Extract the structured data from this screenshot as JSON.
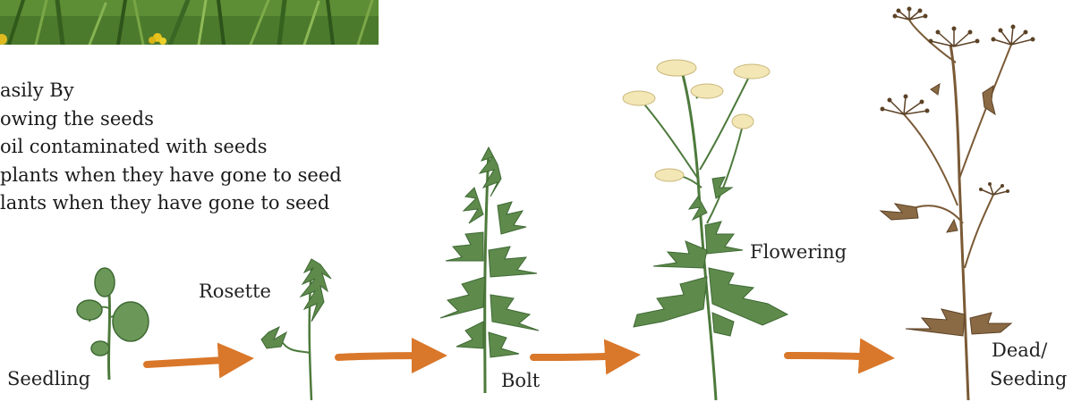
{
  "spread": {
    "lines": [
      "asily By",
      "owing the seeds",
      "oil contaminated with seeds",
      "plants when they have gone to seed",
      "lants when they have gone to seed"
    ]
  },
  "stages": [
    {
      "label": "Seedling"
    },
    {
      "label": "Rosette"
    },
    {
      "label": "Bolt"
    },
    {
      "label": "Flowering"
    },
    {
      "label": "Dead/",
      "label2": "Seeding"
    }
  ],
  "colors": {
    "leaf": "#5e8a4c",
    "leaf_dark": "#3f6a34",
    "stem": "#4d7a3c",
    "arrow": "#d9772a",
    "flower": "#f3e7b6",
    "dead": "#7a5a36",
    "dead_dark": "#5c4226"
  }
}
